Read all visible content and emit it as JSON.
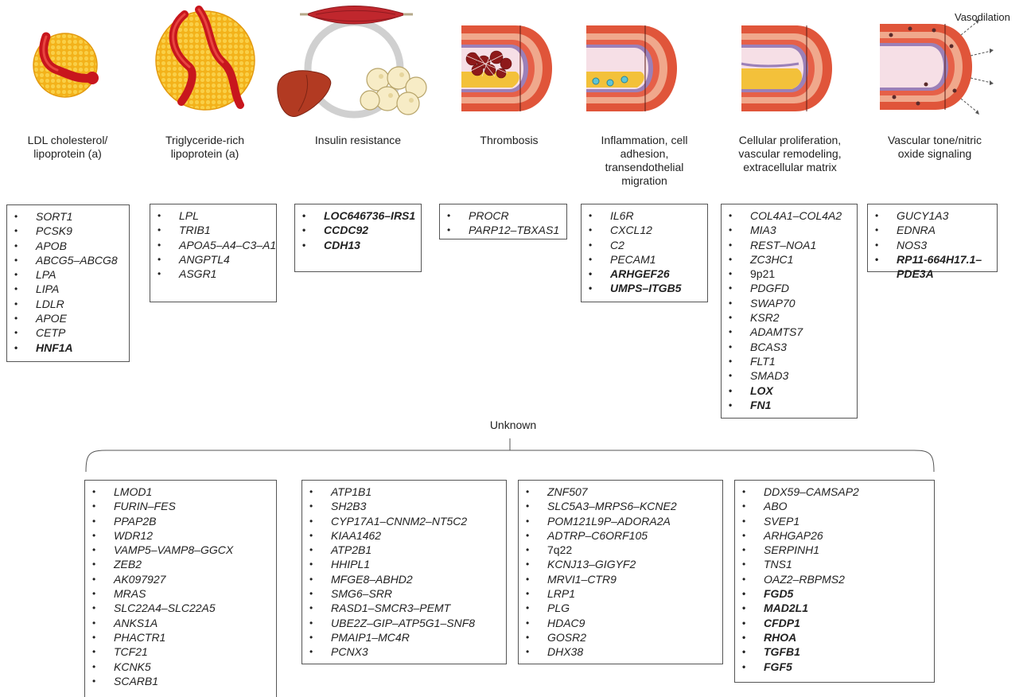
{
  "categories": [
    {
      "id": "ldl",
      "caption": [
        "LDL cholesterol/",
        "lipoprotein (a)"
      ],
      "genes": [
        {
          "t": "SORT1"
        },
        {
          "t": "PCSK9"
        },
        {
          "t": "APOB"
        },
        {
          "t": "ABCG5–ABCG8"
        },
        {
          "t": "LPA"
        },
        {
          "t": "LIPA"
        },
        {
          "t": "LDLR"
        },
        {
          "t": "APOE"
        },
        {
          "t": "CETP"
        },
        {
          "t": "HNF1A",
          "b": true
        }
      ]
    },
    {
      "id": "trig",
      "caption": [
        "Triglyceride-rich",
        "lipoprotein (a)"
      ],
      "genes": [
        {
          "t": "LPL"
        },
        {
          "t": "TRIB1"
        },
        {
          "t": "APOA5–A4–C3–A1"
        },
        {
          "t": "ANGPTL4"
        },
        {
          "t": "ASGR1"
        }
      ]
    },
    {
      "id": "insulin",
      "caption": [
        "Insulin resistance"
      ],
      "genes": [
        {
          "t": "LOC646736–IRS1",
          "b": true,
          "wrap": true
        },
        {
          "t": "CCDC92",
          "b": true
        },
        {
          "t": "CDH13",
          "b": true
        }
      ]
    },
    {
      "id": "thrombosis",
      "caption": [
        "Thrombosis"
      ],
      "genes": [
        {
          "t": "PROCR"
        },
        {
          "t": "PARP12–TBXAS1"
        }
      ]
    },
    {
      "id": "inflammation",
      "caption": [
        "Inflammation, cell",
        "adhesion,",
        "transendothelial",
        "migration"
      ],
      "genes": [
        {
          "t": "IL6R"
        },
        {
          "t": "CXCL12"
        },
        {
          "t": "C2"
        },
        {
          "t": "PECAM1"
        },
        {
          "t": "ARHGEF26",
          "b": true
        },
        {
          "t": "UMPS–ITGB5",
          "b": true
        }
      ]
    },
    {
      "id": "proliferation",
      "caption": [
        "Cellular proliferation,",
        "vascular remodeling,",
        "extracellular matrix"
      ],
      "genes": [
        {
          "t": "COL4A1–COL4A2"
        },
        {
          "t": "MIA3"
        },
        {
          "t": "REST–NOA1"
        },
        {
          "t": "ZC3HC1"
        },
        {
          "t": "9p21",
          "p": true
        },
        {
          "t": "PDGFD"
        },
        {
          "t": "SWAP70"
        },
        {
          "t": "KSR2"
        },
        {
          "t": "ADAMTS7"
        },
        {
          "t": "BCAS3"
        },
        {
          "t": "FLT1"
        },
        {
          "t": "SMAD3"
        },
        {
          "t": "LOX",
          "b": true
        },
        {
          "t": "FN1",
          "b": true
        }
      ]
    },
    {
      "id": "vascular",
      "caption": [
        "Vascular tone/nitric",
        "oxide signaling"
      ],
      "genes": [
        {
          "t": "GUCY1A3"
        },
        {
          "t": "EDNRA"
        },
        {
          "t": "NOS3"
        },
        {
          "t": "RP11-664H17.1–PDE3A",
          "b": true,
          "wrap": true
        }
      ]
    }
  ],
  "vasodilation_label": "Vasodilation",
  "unknown_label": "Unknown",
  "unknown_columns": [
    [
      {
        "t": "LMOD1"
      },
      {
        "t": "FURIN–FES"
      },
      {
        "t": "PPAP2B"
      },
      {
        "t": "WDR12"
      },
      {
        "t": "VAMP5–VAMP8–GGCX"
      },
      {
        "t": "ZEB2"
      },
      {
        "t": "AK097927"
      },
      {
        "t": "MRAS"
      },
      {
        "t": "SLC22A4–SLC22A5"
      },
      {
        "t": "ANKS1A"
      },
      {
        "t": "PHACTR1"
      },
      {
        "t": "TCF21"
      },
      {
        "t": "KCNK5"
      },
      {
        "t": "SCARB1"
      }
    ],
    [
      {
        "t": "ATP1B1"
      },
      {
        "t": "SH2B3"
      },
      {
        "t": "CYP17A1–CNNM2–NT5C2"
      },
      {
        "t": "KIAA1462"
      },
      {
        "t": "ATP2B1"
      },
      {
        "t": "HHIPL1"
      },
      {
        "t": "MFGE8–ABHD2"
      },
      {
        "t": "SMG6–SRR"
      },
      {
        "t": "RASD1–SMCR3–PEMT"
      },
      {
        "t": "UBE2Z–GIP–ATP5G1–SNF8"
      },
      {
        "t": "PMAIP1–MC4R"
      },
      {
        "t": "PCNX3"
      }
    ],
    [
      {
        "t": "ZNF507"
      },
      {
        "t": "SLC5A3–MRPS6–KCNE2"
      },
      {
        "t": "POM121L9P–ADORA2A"
      },
      {
        "t": "ADTRP–C6ORF105"
      },
      {
        "t": "7q22",
        "p": true
      },
      {
        "t": "KCNJ13–GIGYF2"
      },
      {
        "t": "MRVI1–CTR9"
      },
      {
        "t": "LRP1"
      },
      {
        "t": "PLG"
      },
      {
        "t": "HDAC9"
      },
      {
        "t": "GOSR2"
      },
      {
        "t": "DHX38"
      }
    ],
    [
      {
        "t": "DDX59–CAMSAP2"
      },
      {
        "t": "ABO"
      },
      {
        "t": "SVEP1"
      },
      {
        "t": "ARHGAP26"
      },
      {
        "t": "SERPINH1"
      },
      {
        "t": "TNS1"
      },
      {
        "t": "OAZ2–RBPMS2"
      },
      {
        "t": "FGD5",
        "b": true
      },
      {
        "t": "MAD2L1",
        "b": true
      },
      {
        "t": "CFDP1",
        "b": true
      },
      {
        "t": "RHOA",
        "b": true
      },
      {
        "t": "TGFB1",
        "b": true
      },
      {
        "t": "FGF5",
        "b": true
      }
    ]
  ]
}
